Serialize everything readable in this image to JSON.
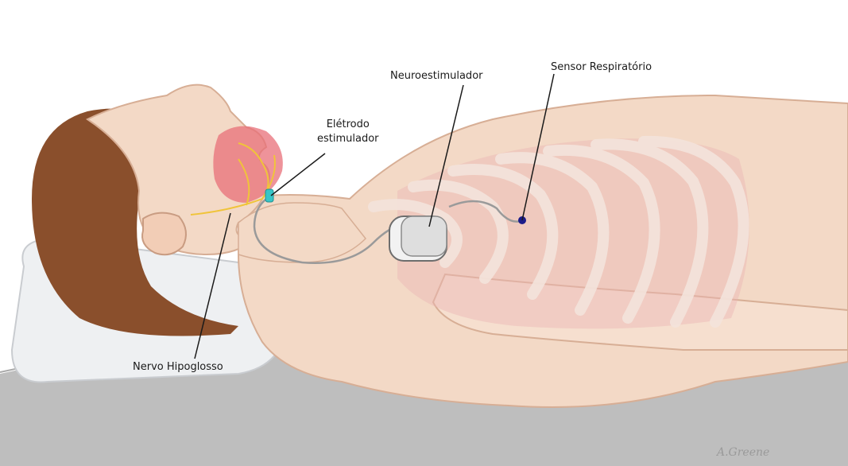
{
  "labels": {
    "neuroestimulador": "Neuroestimulador",
    "sensor": "Sensor Respiratório",
    "eletrodo_line1": "Elétrodo",
    "eletrodo_line2": "estimulador",
    "nervo": "Nervo Hipoglosso"
  },
  "signature": "A.Greene",
  "colors": {
    "skin": "#f3d9c6",
    "hair": "#8a4f2c",
    "bed": "#bdbdbd",
    "pillow": "#eef0f2",
    "rib_overlay": "#efd3c9",
    "lung_overlay": "#eab6b4",
    "airway": "#e86f78",
    "nerve": "#f0c43a",
    "electrode": "#37c6c7",
    "sensor_dot": "#1c1c8a",
    "device": "#e6e6e6"
  }
}
